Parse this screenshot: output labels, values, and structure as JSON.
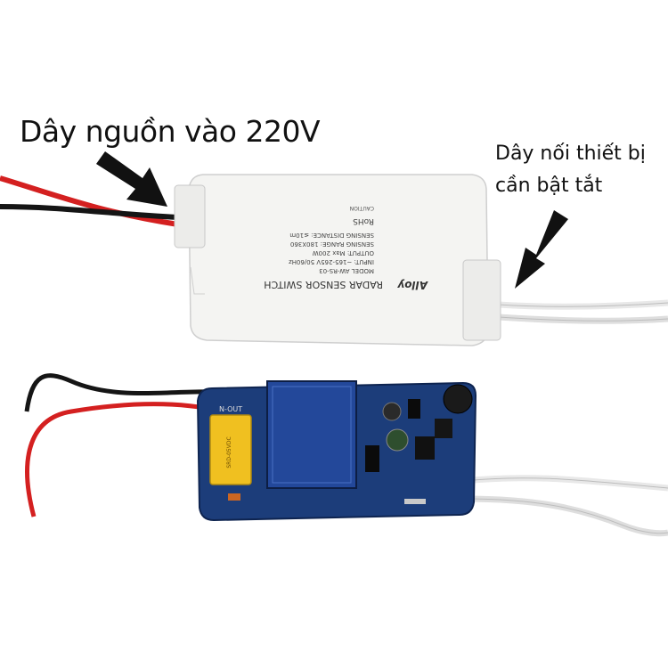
{
  "captions": {
    "input_wire": "Dây nguồn vào 220V",
    "output_wire_line1": "Dây nối thiết bị",
    "output_wire_line2": "cần bật tắt"
  },
  "module_label": {
    "brand": "Alloy",
    "title": "RADAR SENSOR SWITCH",
    "model": "MODEL AW-RS-03",
    "input": "INPUT: ~165-265V 50/60Hz",
    "output": "OUTPUT: Max 200W",
    "range": "SENSING RANGE: 180X360",
    "distance": "SENSING DISTANCE: ≤10m",
    "rohs": "RoHS",
    "caution": "CAUTION"
  },
  "pcb": {
    "terminal_label": "N-OUT",
    "relay_label": "SRD-05VDC"
  },
  "colors": {
    "module_body": "#f4f4f2",
    "pcb": "#1c3d7a",
    "wire_red": "#d42020",
    "wire_black": "#151515",
    "wire_white": "#f2f2f2",
    "relay": "#f0c020"
  }
}
